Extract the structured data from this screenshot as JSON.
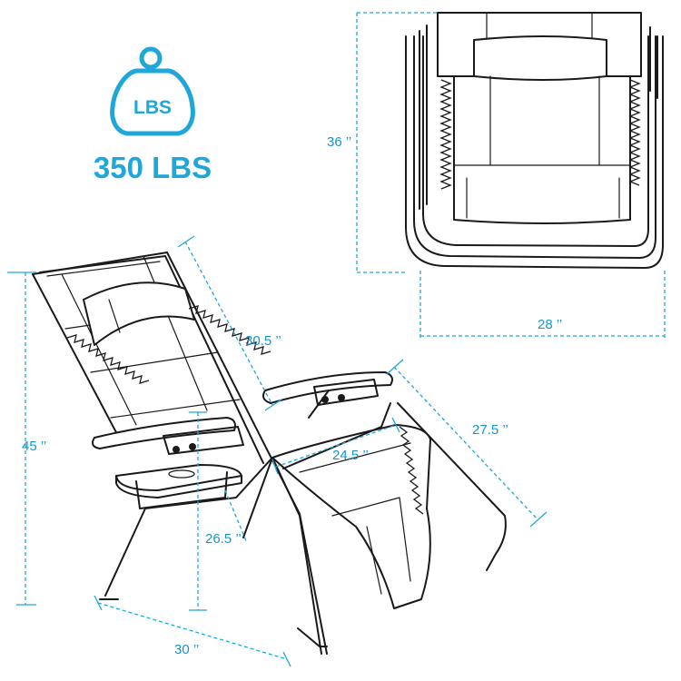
{
  "weight_badge": {
    "icon_label": "LBS",
    "capacity": "350 LBS",
    "accent_color": "#1ea7d8"
  },
  "dimensions": {
    "folded_height": "36 ’’",
    "folded_width": "28 ’’",
    "overall_height": "45 ’’",
    "backrest_length": "30.5 ’’",
    "leg_rest_length": "27.5 ’’",
    "seat_width": "24.5 ’’",
    "seat_height": "26.5 ’’",
    "base_depth": "30 ’’"
  },
  "colors": {
    "dimension": "#1ea7d8",
    "outline": "#1a1a1a"
  }
}
